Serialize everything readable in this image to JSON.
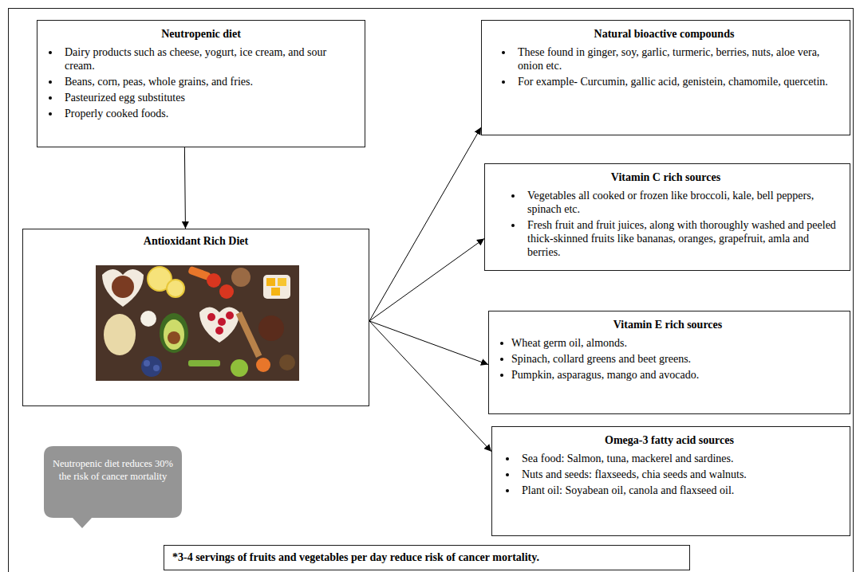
{
  "diagram": {
    "nodes": [
      {
        "text": [
          "Neutropenic diet",
          "Dairy products such as cheese, yogurt, ice cream, and sour cream.",
          "Beans, corn, peas, whole grains, and fries.",
          "Pasteurized egg substitutes",
          "Properly cooked foods."
        ]
      },
      {
        "text": [
          "Antioxidant Rich Diet"
        ]
      },
      {
        "text": [
          "Natural bioactive compounds",
          "These found in ginger, soy, garlic, turmeric, berries, nuts, aloe vera, onion etc.",
          "For example- Curcumin, gallic acid, genistein, chamomile, quercetin."
        ]
      },
      {
        "text": [
          "Vitamin C rich sources",
          "Vegetables all cooked or frozen like broccoli, kale, bell peppers, spinach etc.",
          "Fresh fruit and fruit juices, along with thoroughly washed and peeled thick-skinned fruits like bananas, oranges, grapefruit, amla and berries."
        ]
      },
      {
        "text": [
          "Vitamin E rich sources",
          "Wheat germ oil, almonds.",
          "Spinach, collard greens and beet greens.",
          "Pumpkin, asparagus, mango and avocado."
        ]
      },
      {
        "text": [
          "Omega-3 fatty acid sources",
          "Sea food: Salmon, tuna, mackerel and sardines.",
          "Nuts and seeds: flaxseeds, chia seeds and walnuts.",
          "Plant oil: Soyabean oil, canola and flaxseed oil."
        ]
      },
      {
        "text": [
          "Neutropenic diet reduces 30% the risk of cancer mortality"
        ]
      },
      {
        "text": [
          "*3-4 servings of fruits and vegetables per day reduce risk of cancer mortality."
        ]
      }
    ],
    "edges": [
      {
        "from": 0,
        "to": 1,
        "arrow": "to"
      },
      {
        "from": 1,
        "to": 2,
        "arrow": "to"
      },
      {
        "from": 1,
        "to": 3,
        "arrow": "to"
      },
      {
        "from": 1,
        "to": 4,
        "arrow": "to"
      },
      {
        "from": 1,
        "to": 5,
        "arrow": "to"
      }
    ]
  }
}
